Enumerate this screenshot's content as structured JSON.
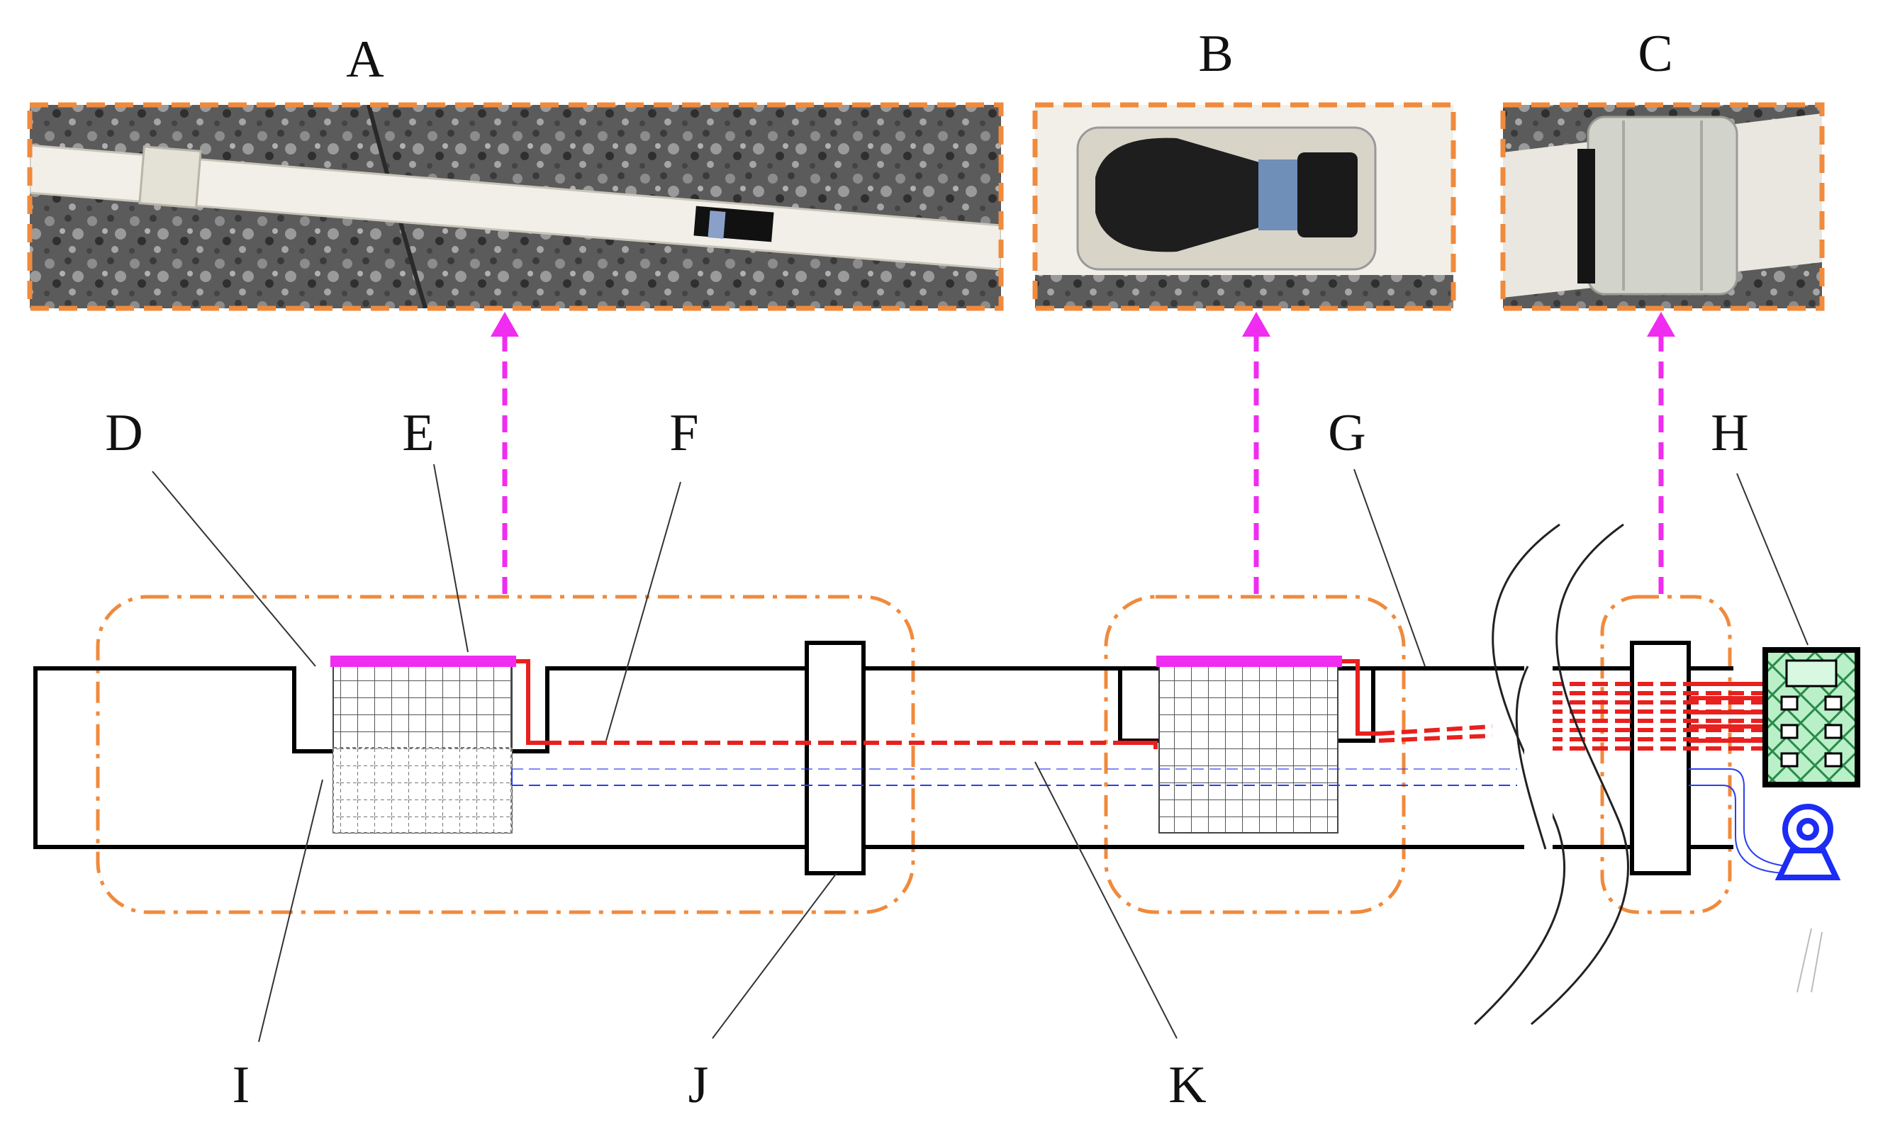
{
  "photos": [
    {
      "label": "A"
    },
    {
      "label": "B"
    },
    {
      "label": "C"
    }
  ],
  "callouts": [
    "D",
    "E",
    "F",
    "G",
    "H",
    "I",
    "J",
    "K"
  ],
  "colors": {
    "frame_orange": "#f08a3c",
    "arrow_magenta": "#f02cf0",
    "red_line": "#e8201e",
    "blue_line": "#2a3ef0",
    "pipe_outline": "#000000",
    "grid_line": "#444444",
    "screen_fill": "#b9f0c8",
    "pump_blue": "#1c2cf5",
    "photo_background": "#5a5a5a",
    "pipe_white": "#f1efe8"
  },
  "icons": {
    "monitor": "monitor-icon",
    "pump": "pump-icon"
  }
}
